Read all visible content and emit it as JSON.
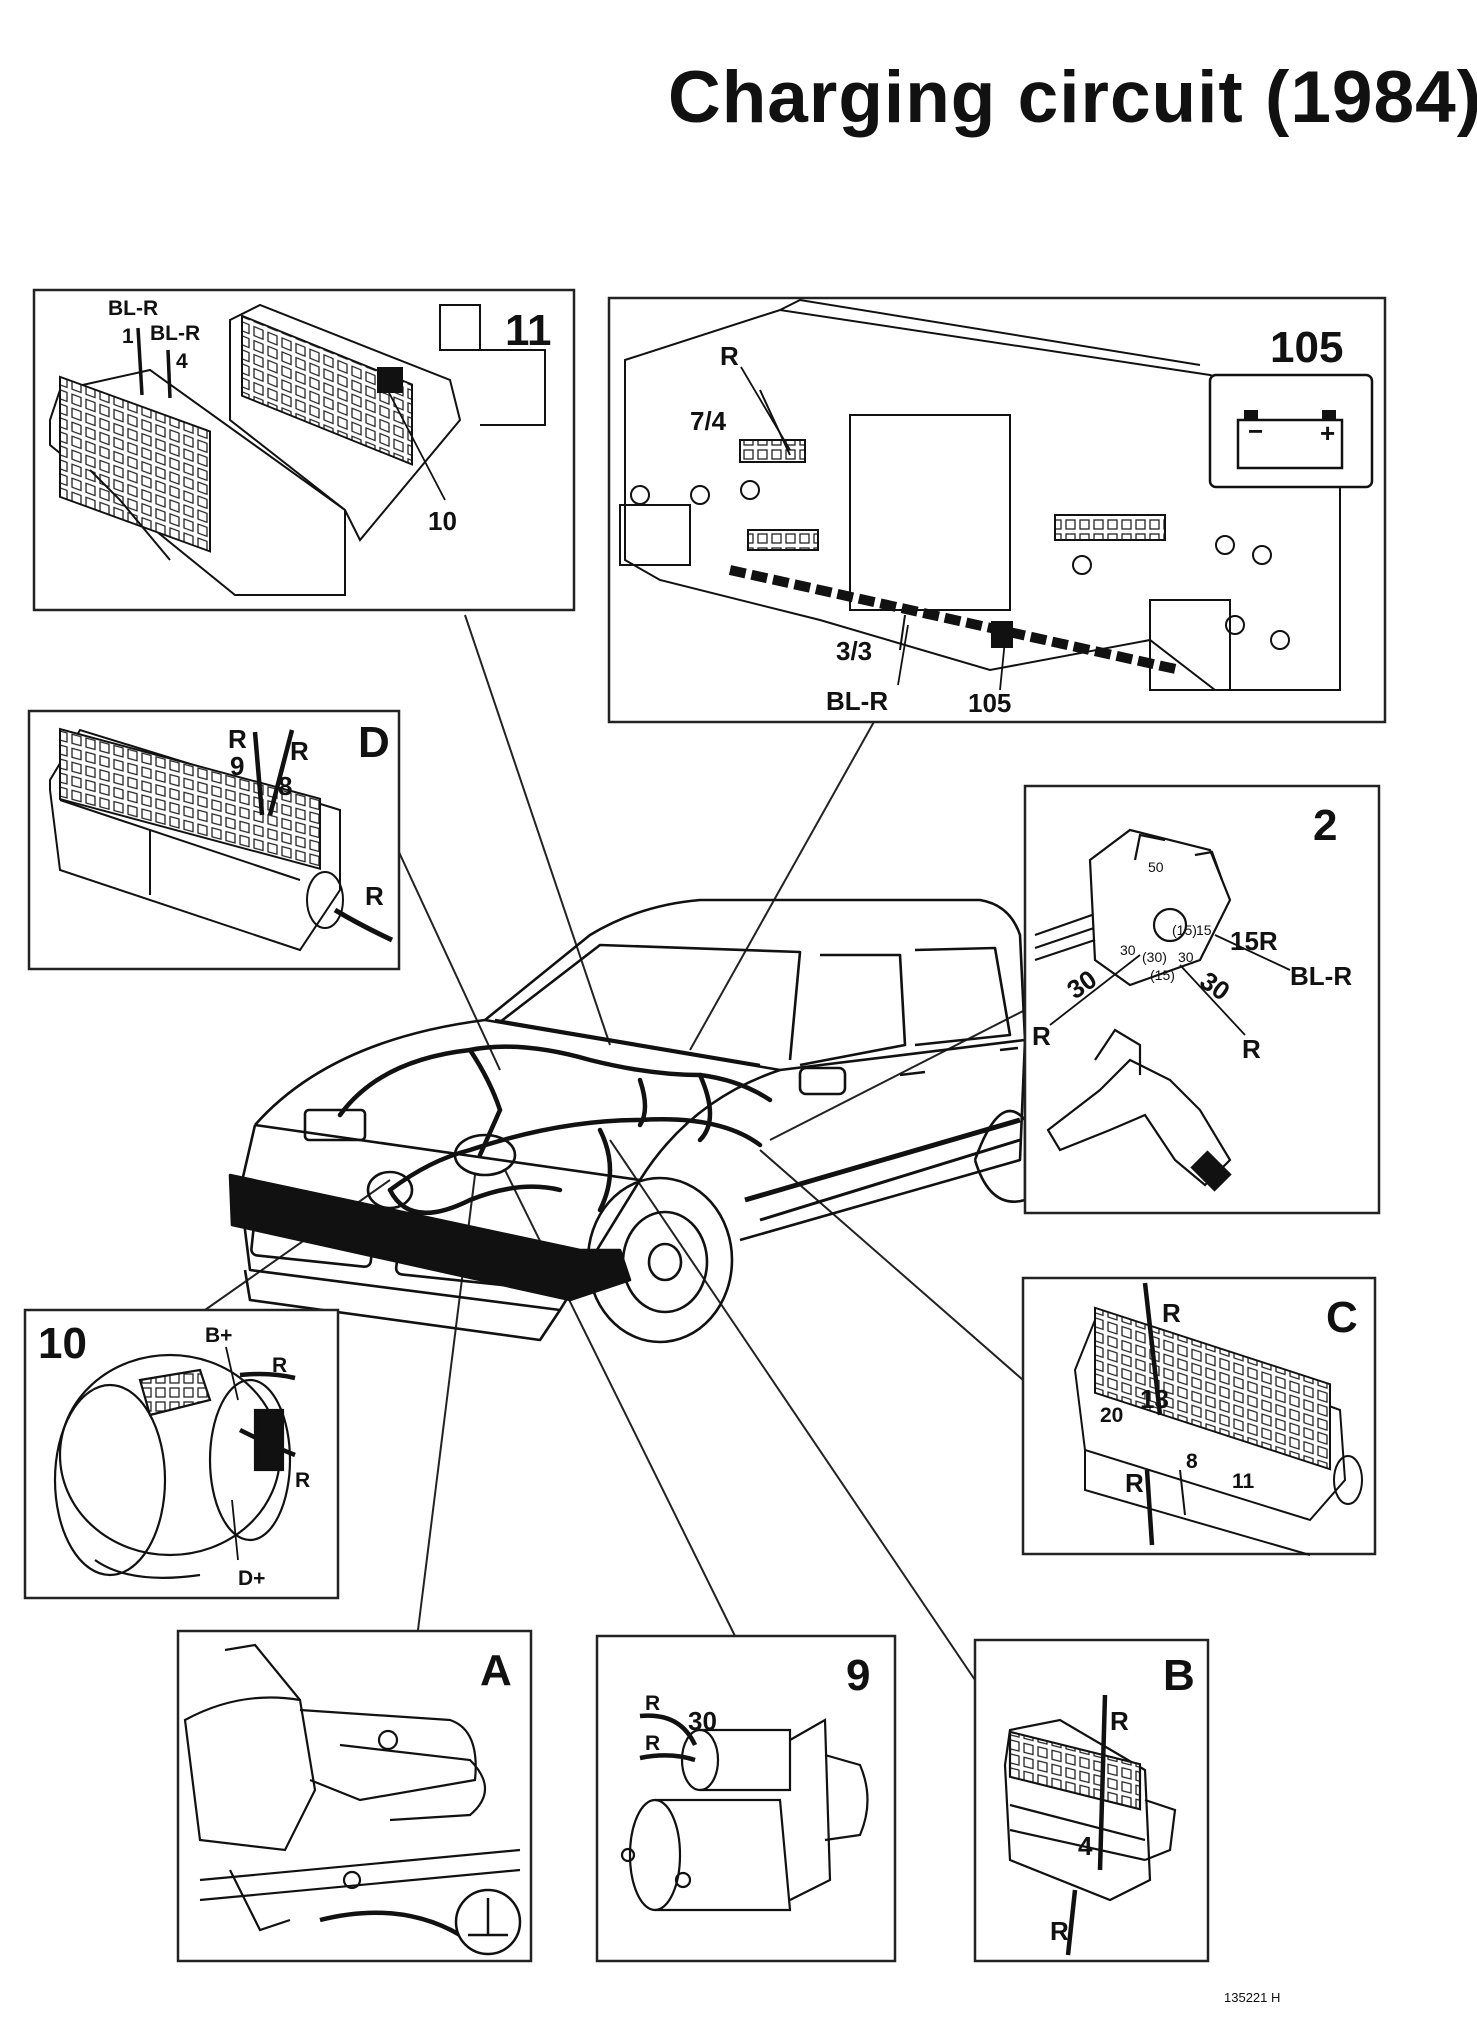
{
  "title": "Charging circuit (1984)",
  "reference_code": "135221 H",
  "panels": {
    "p11": {
      "number": "11",
      "labels": [
        "BL-R",
        "1",
        "BL-R",
        "4",
        "10"
      ]
    },
    "p105": {
      "number": "105",
      "labels": [
        "R",
        "7/4",
        "3/3",
        "BL-R",
        "105"
      ],
      "battery": [
        "−",
        "+"
      ]
    },
    "pD": {
      "number": "D",
      "labels": [
        "R",
        "9",
        "R",
        "8",
        "R"
      ]
    },
    "p2": {
      "number": "2",
      "labels": [
        "15R",
        "BL-R",
        "30",
        "30",
        "R",
        "R"
      ],
      "switch_pins": [
        "50",
        "15",
        "(15)",
        "30",
        "(30)",
        "(15)",
        "30"
      ]
    },
    "p10": {
      "number": "10",
      "labels": [
        "B+",
        "R",
        "R",
        "D+"
      ]
    },
    "pC": {
      "number": "C",
      "labels": [
        "R",
        "13",
        "20",
        "8",
        "11",
        "R"
      ]
    },
    "pA": {
      "number": "A"
    },
    "p9": {
      "number": "9",
      "labels": [
        "R",
        "30",
        "R"
      ]
    },
    "pB": {
      "number": "B",
      "labels": [
        "R",
        "4",
        "R"
      ]
    }
  }
}
